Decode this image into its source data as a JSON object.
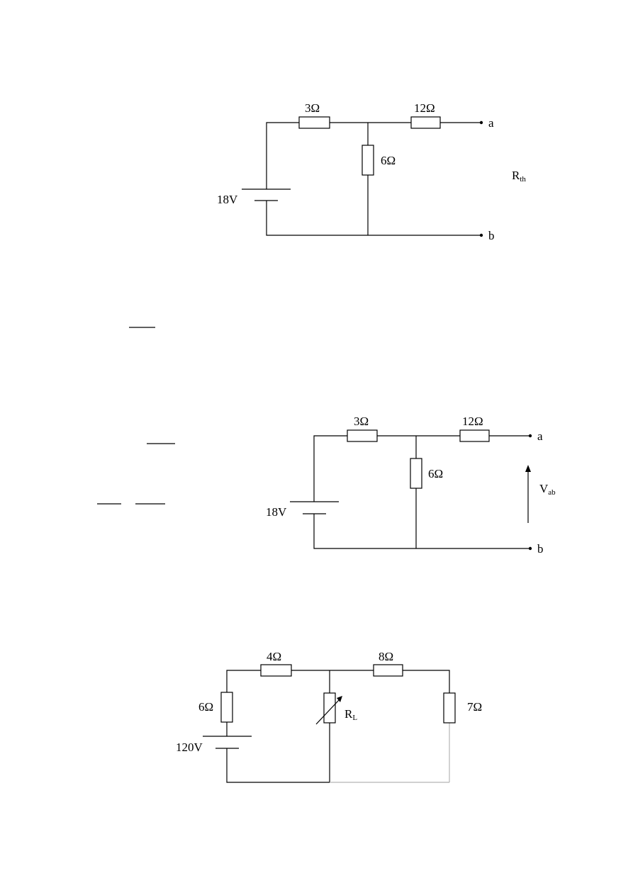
{
  "diagram1": {
    "r1": "3Ω",
    "r2": "12Ω",
    "r3": "6Ω",
    "source": "18V",
    "terminal_a": "a",
    "terminal_b": "b",
    "rth_main": "R",
    "rth_sub": "th"
  },
  "diagram2": {
    "r1": "3Ω",
    "r2": "12Ω",
    "r3": "6Ω",
    "source": "18V",
    "terminal_a": "a",
    "terminal_b": "b",
    "vab_main": "V",
    "vab_sub": "ab"
  },
  "diagram3": {
    "r_left": "6Ω",
    "r_top_left": "4Ω",
    "r_top_right": "8Ω",
    "r_right": "7Ω",
    "source": "120V",
    "load_main": "R",
    "load_sub": "L"
  }
}
